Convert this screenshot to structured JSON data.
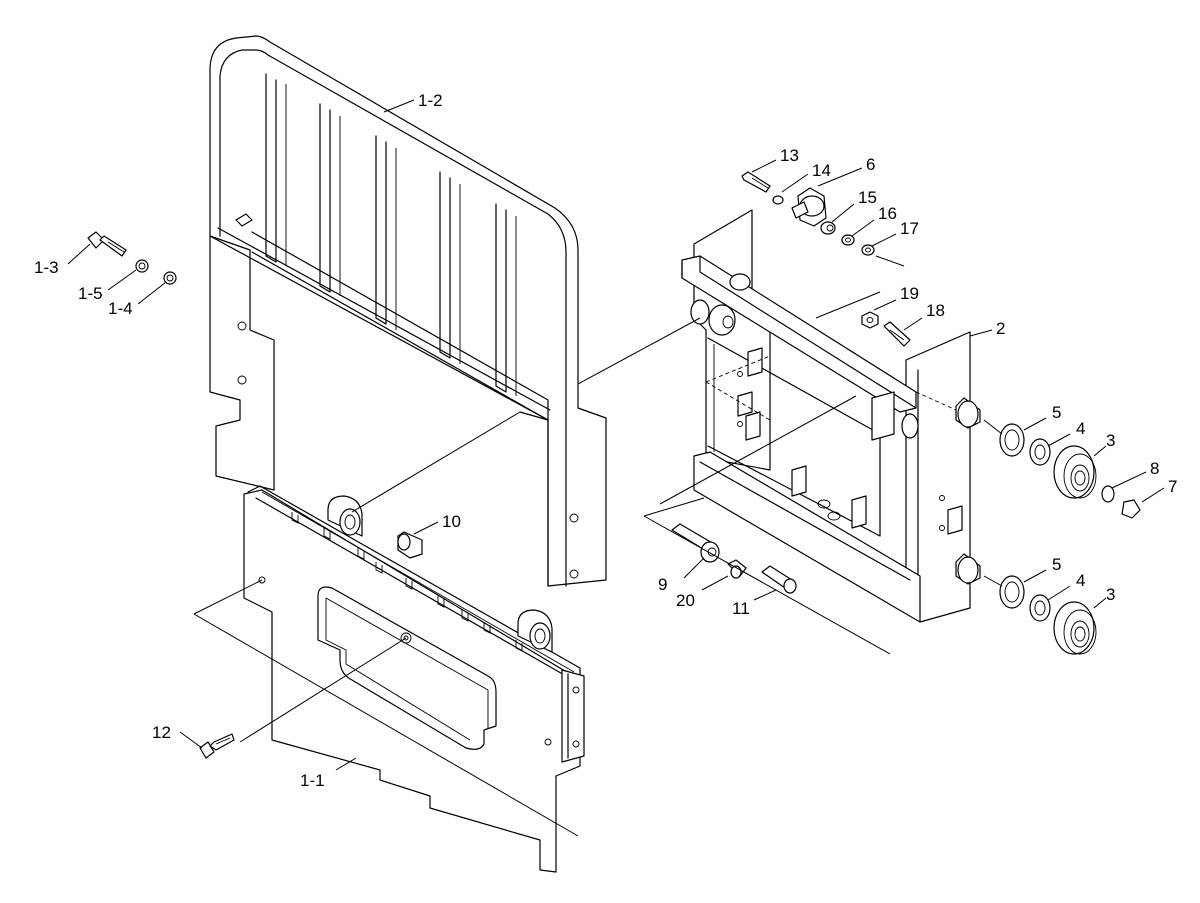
{
  "callouts": [
    {
      "id": "c-1-2",
      "text": "1-2"
    },
    {
      "id": "c-1-3",
      "text": "1-3"
    },
    {
      "id": "c-1-5",
      "text": "1-5"
    },
    {
      "id": "c-1-4",
      "text": "1-4"
    },
    {
      "id": "c-10",
      "text": "10"
    },
    {
      "id": "c-12",
      "text": "12"
    },
    {
      "id": "c-1-1",
      "text": "1-1"
    },
    {
      "id": "c-13",
      "text": "13"
    },
    {
      "id": "c-14",
      "text": "14"
    },
    {
      "id": "c-6",
      "text": "6"
    },
    {
      "id": "c-15",
      "text": "15"
    },
    {
      "id": "c-16",
      "text": "16"
    },
    {
      "id": "c-17",
      "text": "17"
    },
    {
      "id": "c-19",
      "text": "19"
    },
    {
      "id": "c-18",
      "text": "18"
    },
    {
      "id": "c-2",
      "text": "2"
    },
    {
      "id": "c-5a",
      "text": "5"
    },
    {
      "id": "c-4a",
      "text": "4"
    },
    {
      "id": "c-3a",
      "text": "3"
    },
    {
      "id": "c-8",
      "text": "8"
    },
    {
      "id": "c-7",
      "text": "7"
    },
    {
      "id": "c-5b",
      "text": "5"
    },
    {
      "id": "c-4b",
      "text": "4"
    },
    {
      "id": "c-3b",
      "text": "3"
    },
    {
      "id": "c-9",
      "text": "9"
    },
    {
      "id": "c-20",
      "text": "20"
    },
    {
      "id": "c-11",
      "text": "11"
    }
  ]
}
